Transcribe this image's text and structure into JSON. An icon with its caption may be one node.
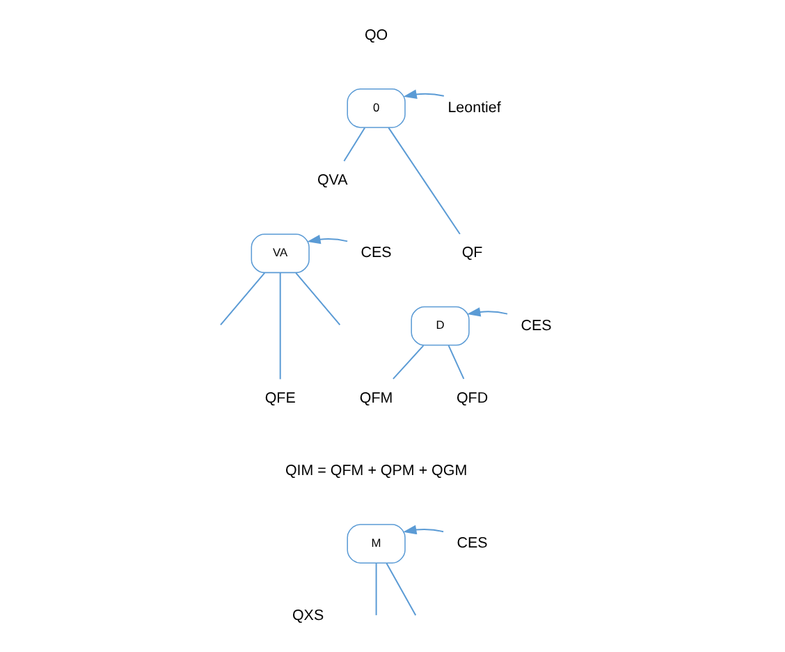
{
  "diagram": {
    "nodes": [
      {
        "text": [
          "QO"
        ]
      },
      {
        "text": [
          "0"
        ]
      },
      {
        "text": [
          "QVA"
        ]
      },
      {
        "text": [
          "QF"
        ]
      },
      {
        "text": [
          "VA"
        ]
      },
      {
        "text": [
          "QFE"
        ]
      },
      {
        "text": [
          "D"
        ]
      },
      {
        "text": [
          "QFD"
        ]
      },
      {
        "text": [
          "QFM"
        ]
      },
      {
        "text": [
          "QIM = QFM + QPM + QGM"
        ]
      },
      {
        "text": [
          "M"
        ]
      },
      {
        "text": [
          "QXS"
        ]
      },
      {
        "text": [
          "Leontief"
        ]
      },
      {
        "text": [
          "CES"
        ]
      },
      {
        "text": [
          "CES"
        ]
      },
      {
        "text": [
          "CES"
        ]
      }
    ],
    "edges": [
      {
        "from": 1,
        "to": 2,
        "arrow": "none"
      },
      {
        "from": 1,
        "to": 3,
        "arrow": "none"
      },
      {
        "from": 4,
        "to": null,
        "arrow": "none"
      },
      {
        "from": 4,
        "to": 5,
        "arrow": "none"
      },
      {
        "from": 4,
        "to": null,
        "arrow": "none"
      },
      {
        "from": 6,
        "to": 7,
        "arrow": "none"
      },
      {
        "from": 6,
        "to": 8,
        "arrow": "none"
      },
      {
        "from": 10,
        "to": null,
        "arrow": "none"
      },
      {
        "from": 10,
        "to": null,
        "arrow": "none"
      },
      {
        "from": 12,
        "to": 1,
        "arrow": "to"
      },
      {
        "from": 13,
        "to": 4,
        "arrow": "to"
      },
      {
        "from": 14,
        "to": 6,
        "arrow": "to"
      },
      {
        "from": 15,
        "to": 10,
        "arrow": "to"
      }
    ]
  }
}
